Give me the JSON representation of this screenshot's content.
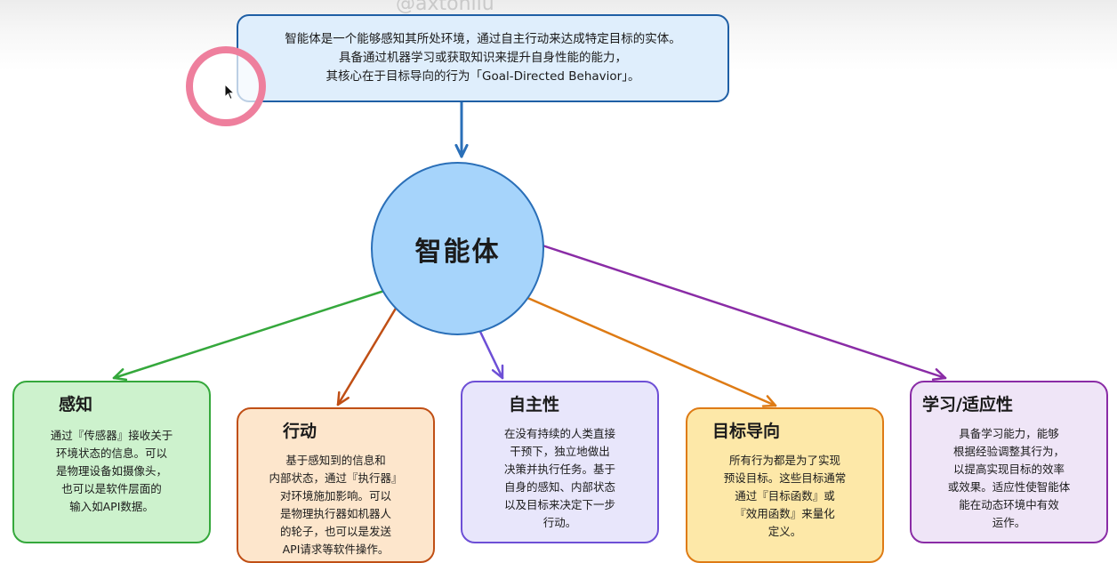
{
  "definition": {
    "line1": "智能体是一个能够感知其所处环境，通过自主行动来达成特定目标的实体。",
    "line2": "具备通过机器学习或获取知识来提升自身性能的能力，",
    "line3": "其核心在于目标导向的行为「Goal-Directed Behavior」。"
  },
  "watermark": "@axtonliu",
  "center": {
    "label": "智能体"
  },
  "cards": [
    {
      "id": "perception",
      "title": "感知",
      "lines": [
        "通过『传感器』接收关于",
        "环境状态的信息。可以",
        "是物理设备如摄像头，",
        "也可以是软件层面的",
        "输入如API数据。"
      ],
      "color": "#35a83c"
    },
    {
      "id": "action",
      "title": "行动",
      "lines": [
        "基于感知到的信息和",
        "内部状态，通过『执行器』",
        "对环境施加影响。可以",
        "是物理执行器如机器人",
        "的轮子，也可以是发送",
        "API请求等软件操作。"
      ],
      "color": "#c04f15"
    },
    {
      "id": "autonomy",
      "title": "自主性",
      "lines": [
        "在没有持续的人类直接",
        "干预下，独立地做出",
        "决策并执行任务。基于",
        "自身的感知、内部状态",
        "以及目标来决定下一步",
        "行动。"
      ],
      "color": "#6d4fd6"
    },
    {
      "id": "goal",
      "title": "目标导向",
      "lines": [
        "所有行为都是为了实现",
        "预设目标。这些目标通常",
        "通过『目标函数』或",
        "『效用函数』来量化",
        "定义。"
      ],
      "color": "#de7b15"
    },
    {
      "id": "learning",
      "title": "学习/适应性",
      "lines": [
        "具备学习能力，能够",
        "根据经验调整其行为，",
        "以提高实现目标的效率",
        "或效果。适应性使智能体",
        "能在动态环境中有效",
        "运作。"
      ],
      "color": "#8a2ca6"
    }
  ],
  "arrow_colors": {
    "definition_to_center": "#2a6fb8",
    "perception": "#35a83c",
    "action": "#c04f15",
    "autonomy": "#6d4fd6",
    "goal": "#de7b15",
    "learning": "#8a2ca6"
  }
}
